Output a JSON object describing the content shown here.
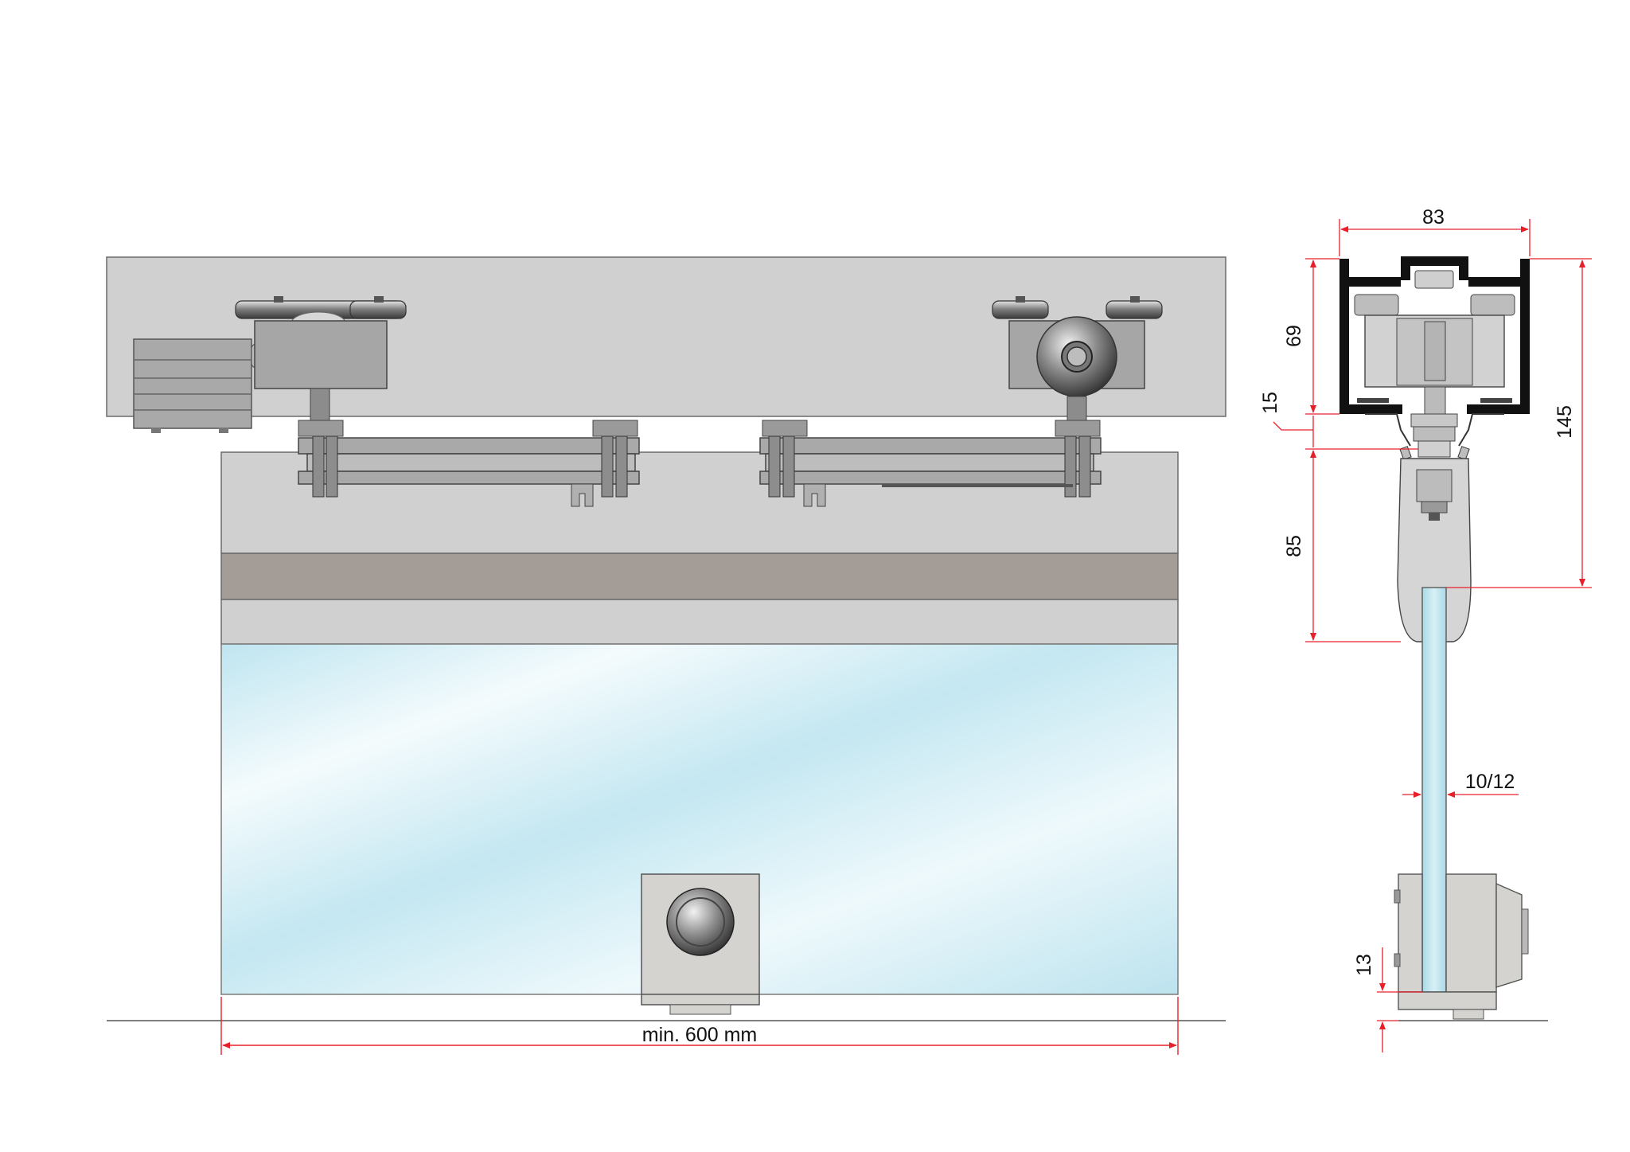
{
  "diagram": {
    "colors": {
      "dimension_line": "#e8202a",
      "rail": "#cfcfcf",
      "hardware": "#a8a8a8",
      "dark_band": "#a39c97",
      "glass": "#bfe4ee",
      "profile": "#111111"
    },
    "front_view": {
      "width_label": "min. 600 mm"
    },
    "section_view": {
      "top_width_label": "83",
      "rail_height_label": "69",
      "gap_label": "15",
      "overall_height_label": "145",
      "clamp_height_label": "85",
      "glass_thickness_label": "10/12",
      "floor_gap_label": "13"
    }
  }
}
